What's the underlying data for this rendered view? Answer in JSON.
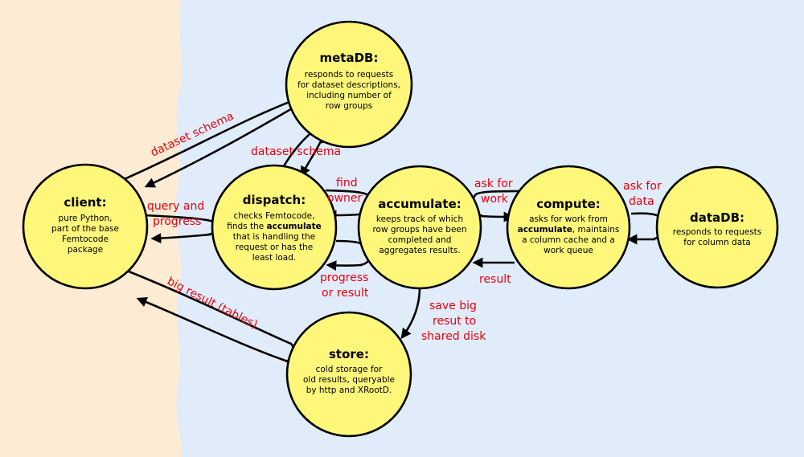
{
  "colors": {
    "left_background": "#fdebd3",
    "right_background": "#e1ecfb",
    "node_fill": "#fef77a",
    "label_color": "#e8000b"
  },
  "nodes": {
    "metadb": {
      "title": "metaDB:",
      "desc": [
        "responds to requests",
        "for dataset descriptions,",
        "including number of",
        "row groups"
      ]
    },
    "client": {
      "title": "client:",
      "desc": [
        "pure Python,",
        "part of the base",
        "Femtocode",
        "package"
      ]
    },
    "dispatch": {
      "title": "dispatch:",
      "desc_line1": "checks Femtocode,",
      "desc_line2_pre": "finds the ",
      "desc_line2_bold": "accumulate",
      "desc_rest": [
        "that is handling the",
        "request or has the",
        "least load."
      ]
    },
    "accumulate": {
      "title": "accumulate:",
      "desc": [
        "keeps track of which",
        "row groups have been",
        "completed and",
        "aggregates results."
      ]
    },
    "compute": {
      "title": "compute:",
      "desc_line1": "asks for work from",
      "desc_line2_bold": "accumulate",
      "desc_line2_post": ", maintains",
      "desc_rest": [
        "a column cache and a",
        "work queue"
      ]
    },
    "datadb": {
      "title": "dataDB:",
      "desc": [
        "responds to requests",
        "for column data"
      ]
    },
    "store": {
      "title": "store:",
      "desc": [
        "cold storage for",
        "old results, queryable",
        "by http and XRootD."
      ]
    }
  },
  "edge_labels": {
    "client_metadb": "dataset schema",
    "metadb_dispatch": "dataset schema",
    "client_dispatch": [
      "query and",
      "progress"
    ],
    "find_owner": [
      "find",
      "owner"
    ],
    "progress_result": [
      "progress",
      "or result"
    ],
    "ask_for_work": [
      "ask for",
      "work"
    ],
    "ask_for_data": [
      "ask for",
      "data"
    ],
    "result": "result",
    "save_big_result": [
      "save big",
      "resut to",
      "shared disk"
    ],
    "big_result": "big result (tables)"
  }
}
